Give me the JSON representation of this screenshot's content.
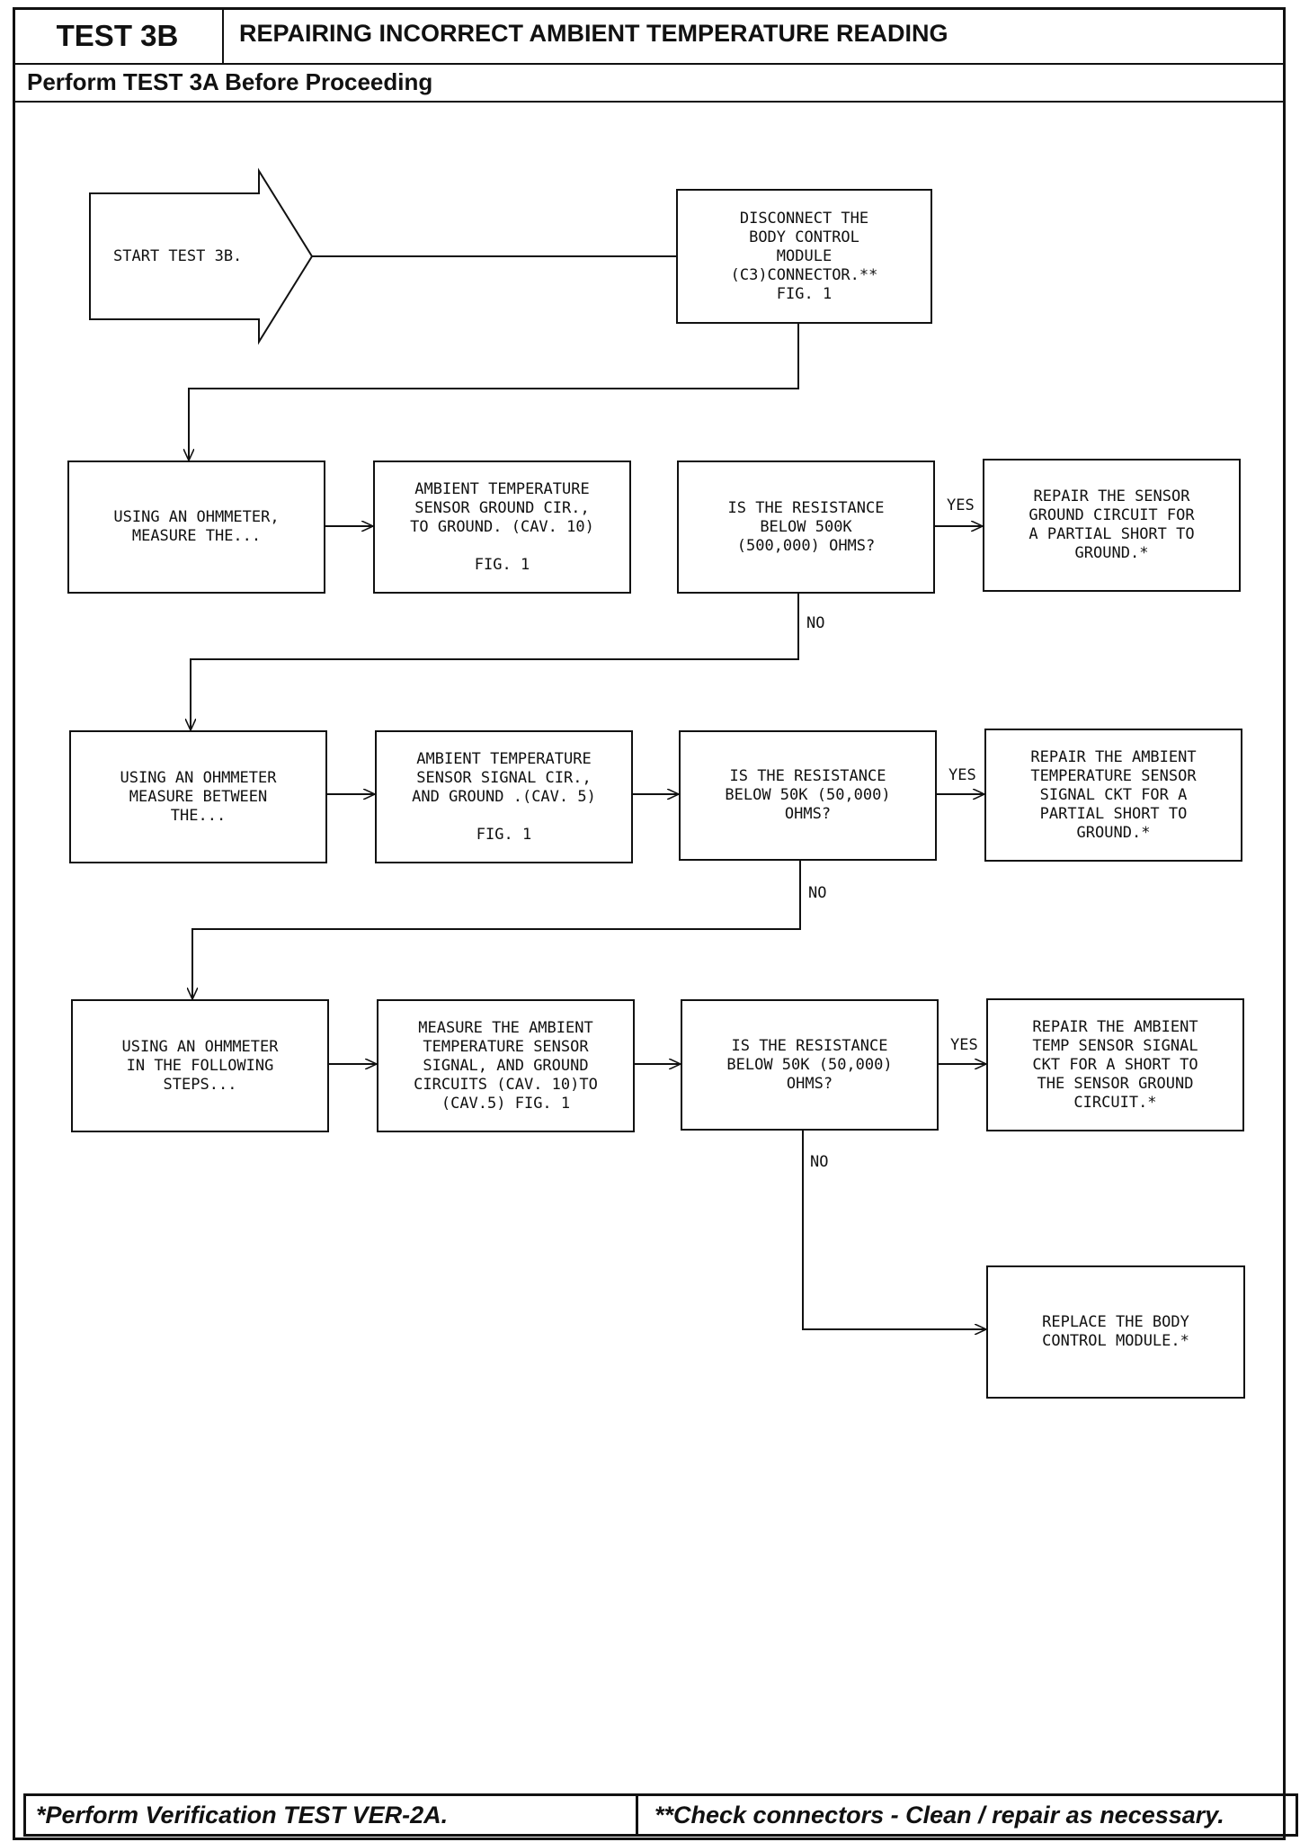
{
  "header": {
    "test_id": "TEST 3B",
    "title": "REPAIRING INCORRECT AMBIENT TEMPERATURE READING",
    "prerequisite": "Perform TEST 3A Before Proceeding"
  },
  "flow": {
    "start": "START TEST 3B.",
    "disconnect": "DISCONNECT THE\nBODY CONTROL\nMODULE\n(C3)CONNECTOR.**\nFIG. 1",
    "step1_action": "USING AN OHMMETER,\nMEASURE THE...",
    "step1_detail": "AMBIENT TEMPERATURE\nSENSOR GROUND CIR.,\nTO GROUND. (CAV. 10)\n\nFIG. 1",
    "step1_question": "IS THE RESISTANCE\nBELOW 500K\n(500,000) OHMS?",
    "step1_yes": "REPAIR THE SENSOR\nGROUND CIRCUIT FOR\nA PARTIAL SHORT TO\nGROUND.*",
    "step2_action": "USING AN OHMMETER\nMEASURE BETWEEN\nTHE...",
    "step2_detail": "AMBIENT TEMPERATURE\nSENSOR SIGNAL CIR.,\nAND GROUND .(CAV. 5)\n\nFIG. 1",
    "step2_question": "IS THE RESISTANCE\nBELOW 50K (50,000)\nOHMS?",
    "step2_yes": "REPAIR THE AMBIENT\nTEMPERATURE SENSOR\nSIGNAL CKT FOR A\nPARTIAL SHORT TO\nGROUND.*",
    "step3_action": "USING AN OHMMETER\nIN THE FOLLOWING\nSTEPS...",
    "step3_detail": "MEASURE THE AMBIENT\nTEMPERATURE SENSOR\nSIGNAL, AND GROUND\nCIRCUITS (CAV. 10)TO\n(CAV.5) FIG. 1",
    "step3_question": "IS THE RESISTANCE\nBELOW 50K (50,000)\nOHMS?",
    "step3_yes": "REPAIR THE AMBIENT\nTEMP SENSOR SIGNAL\nCKT FOR A SHORT TO\nTHE SENSOR GROUND\nCIRCUIT.*",
    "final": "REPLACE THE BODY\nCONTROL MODULE.*",
    "yes_label": "YES",
    "no_label": "NO"
  },
  "footer": {
    "left": "*Perform Verification TEST VER-2A.",
    "right": "**Check connectors - Clean / repair as necessary."
  }
}
